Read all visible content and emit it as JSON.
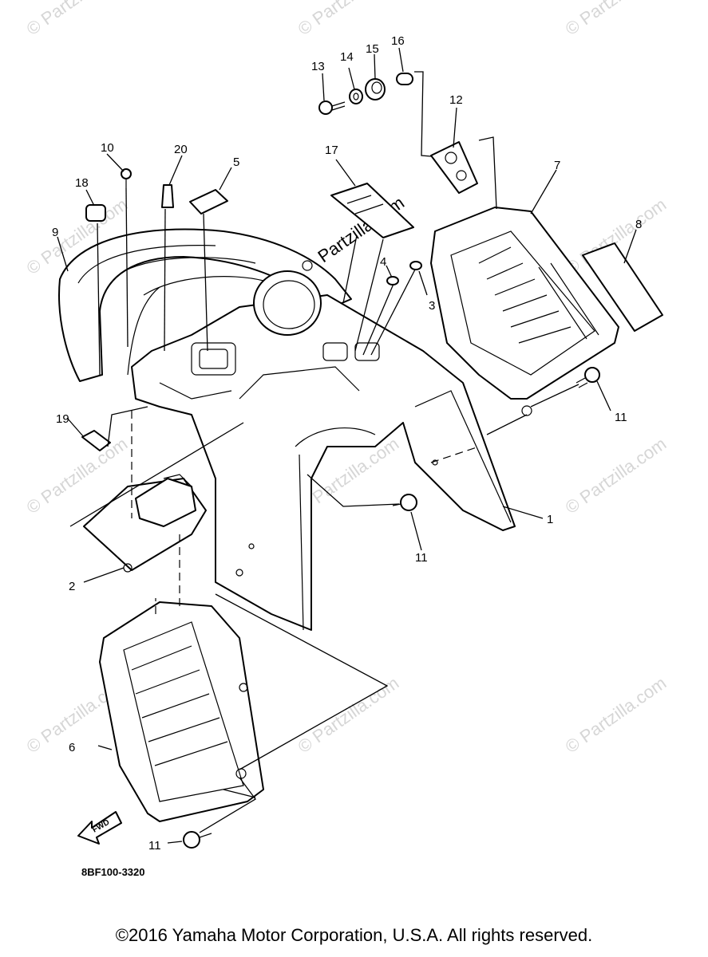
{
  "diagram": {
    "callouts": [
      "1",
      "2",
      "3",
      "4",
      "5",
      "6",
      "7",
      "8",
      "9",
      "10",
      "11",
      "11",
      "11",
      "11",
      "12",
      "13",
      "14",
      "15",
      "16",
      "17",
      "18",
      "19",
      "20"
    ],
    "diagram_code": "8BF100-3320",
    "fwd_label": "FWD",
    "watermark": "© Partzilla.com",
    "watermark_dark": "Partzilla.com"
  },
  "footer": {
    "copyright": "©2016 Yamaha Motor Corporation, U.S.A. All rights reserved."
  }
}
